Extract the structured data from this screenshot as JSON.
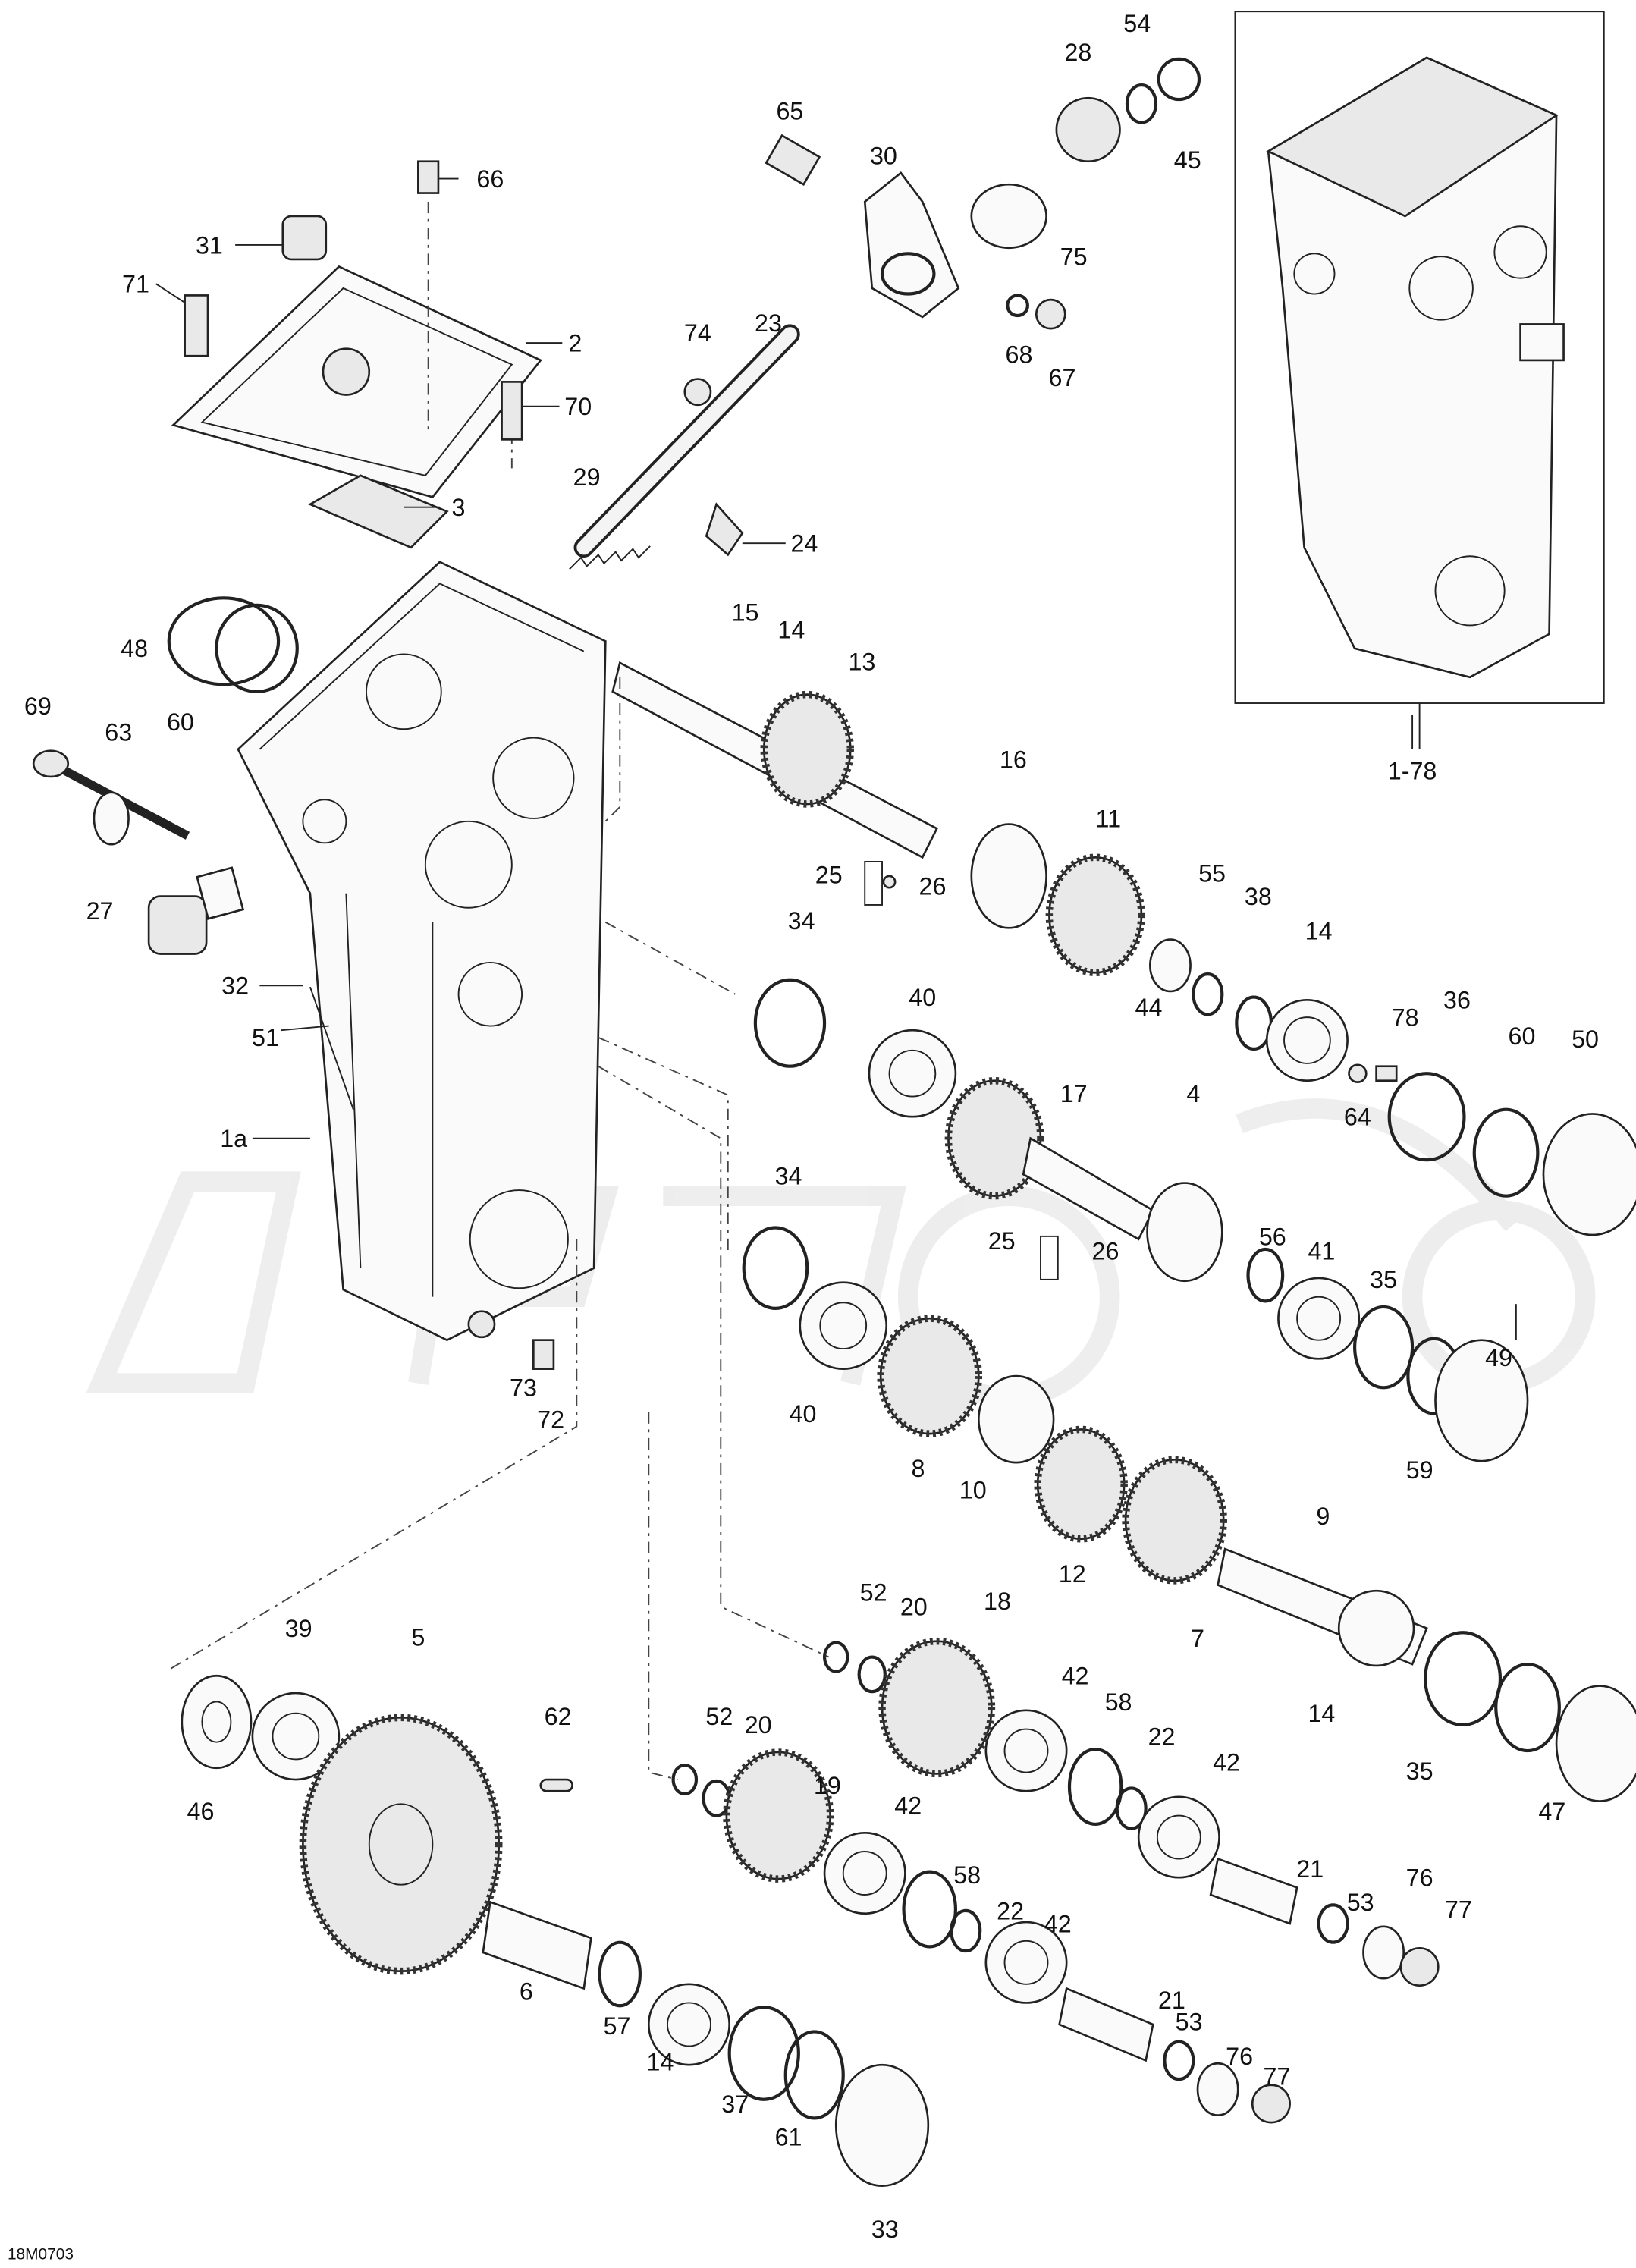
{
  "diagram_code": "18M0703",
  "assembly_label": "1-78",
  "callouts": [
    "54",
    "28",
    "45",
    "65",
    "66",
    "30",
    "31",
    "75",
    "71",
    "74",
    "23",
    "2",
    "68",
    "67",
    "70",
    "29",
    "3",
    "24",
    "15",
    "14",
    "13",
    "48",
    "60",
    "69",
    "63",
    "16",
    "11",
    "27",
    "25",
    "26",
    "55",
    "38",
    "14",
    "34",
    "32",
    "40",
    "44",
    "78",
    "36",
    "60",
    "50",
    "51",
    "17",
    "4",
    "64",
    "1a",
    "34",
    "56",
    "41",
    "25",
    "26",
    "35",
    "49",
    "40",
    "73",
    "72",
    "59",
    "8",
    "10",
    "12",
    "9",
    "7",
    "52",
    "20",
    "18",
    "39",
    "5",
    "42",
    "14",
    "62",
    "52",
    "20",
    "58",
    "22",
    "42",
    "19",
    "35",
    "47",
    "46",
    "42",
    "21",
    "58",
    "22",
    "76",
    "53",
    "77",
    "42",
    "6",
    "57",
    "14",
    "21",
    "53",
    "76",
    "77",
    "37",
    "61",
    "33"
  ]
}
